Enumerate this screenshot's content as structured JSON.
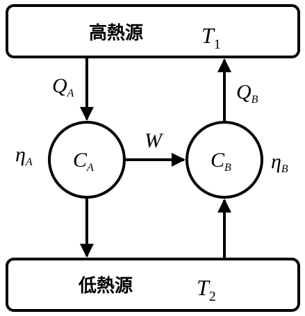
{
  "hot_reservoir": {
    "label": "高熱源",
    "temp_symbol": "T",
    "temp_sub": "1"
  },
  "cold_reservoir": {
    "label": "低熱源",
    "temp_symbol": "T",
    "temp_sub": "2"
  },
  "engine_a": {
    "symbol": "C",
    "sub": "A",
    "efficiency_symbol": "η",
    "efficiency_sub": "A",
    "heat_symbol": "Q",
    "heat_sub": "A"
  },
  "engine_b": {
    "symbol": "C",
    "sub": "B",
    "efficiency_symbol": "η",
    "efficiency_sub": "B",
    "heat_symbol": "Q",
    "heat_sub": "B"
  },
  "work": {
    "symbol": "W"
  },
  "colors": {
    "stroke": "#000000",
    "background": "#ffffff"
  }
}
